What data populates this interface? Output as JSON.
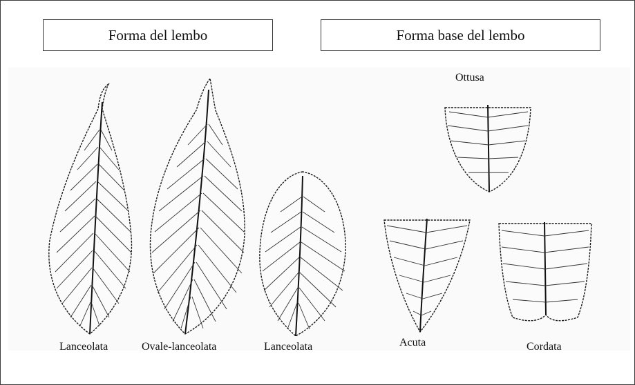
{
  "headers": {
    "left": "Forma del lembo",
    "right": "Forma base del lembo"
  },
  "leaves": [
    {
      "id": "leaf-1",
      "label": "Lanceolata"
    },
    {
      "id": "leaf-2",
      "label": "Ovale-lanceolata"
    },
    {
      "id": "leaf-3",
      "label": "Lanceolata"
    }
  ],
  "bases": {
    "top": "Ottusa",
    "left": "Acuta",
    "right": "Cordata"
  },
  "colors": {
    "ink": "#1a1a1a",
    "border": "#333333",
    "background": "#ffffff"
  }
}
